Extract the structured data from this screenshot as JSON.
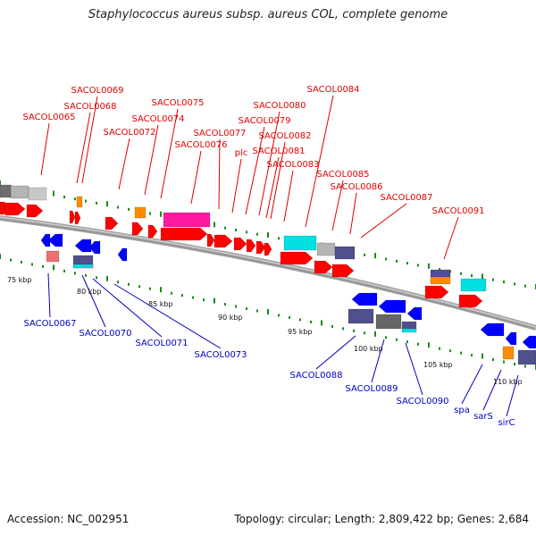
{
  "title": "Staphylococcus aureus subsp. aureus COL, complete genome",
  "footer": {
    "accession": "Accession: NC_002951",
    "summary": "Topology: circular; Length: 2,809,422 bp; Genes: 2,684"
  },
  "colors": {
    "forward_gene": "#ff0000",
    "reverse_gene": "#0000ff",
    "forward_label": "#e00000",
    "reverse_label": "#0000c0",
    "backbone": "#888888",
    "tick": "#1a8a1a",
    "rna_orange": "#ff8c00",
    "cyan": "#00e0e0",
    "magenta": "#ff1aa0",
    "gray": "#b4b4b4",
    "slate": "#50508c"
  },
  "scale_labels": [
    "75 kbp",
    "80 kbp",
    "85 kbp",
    "90 kbp",
    "95 kbp",
    "100 kbp",
    "105 kbp",
    "110 kbp"
  ],
  "forward_labels": [
    "SACOL0065",
    "SACOL0068",
    "SACOL0069",
    "SACOL0072",
    "SACOL0074",
    "SACOL0075",
    "SACOL0076",
    "SACOL0077",
    "plc",
    "SACOL0079",
    "SACOL0080",
    "SACOL0081",
    "SACOL0082",
    "SACOL0083",
    "SACOL0084",
    "SACOL0085",
    "SACOL0086",
    "SACOL0087",
    "SACOL0091"
  ],
  "reverse_labels": [
    "SACOL0067",
    "SACOL0070",
    "SACOL0071",
    "SACOL0073",
    "SACOL0088",
    "SACOL0089",
    "SACOL0090",
    "spa",
    "sarS",
    "sirC"
  ]
}
